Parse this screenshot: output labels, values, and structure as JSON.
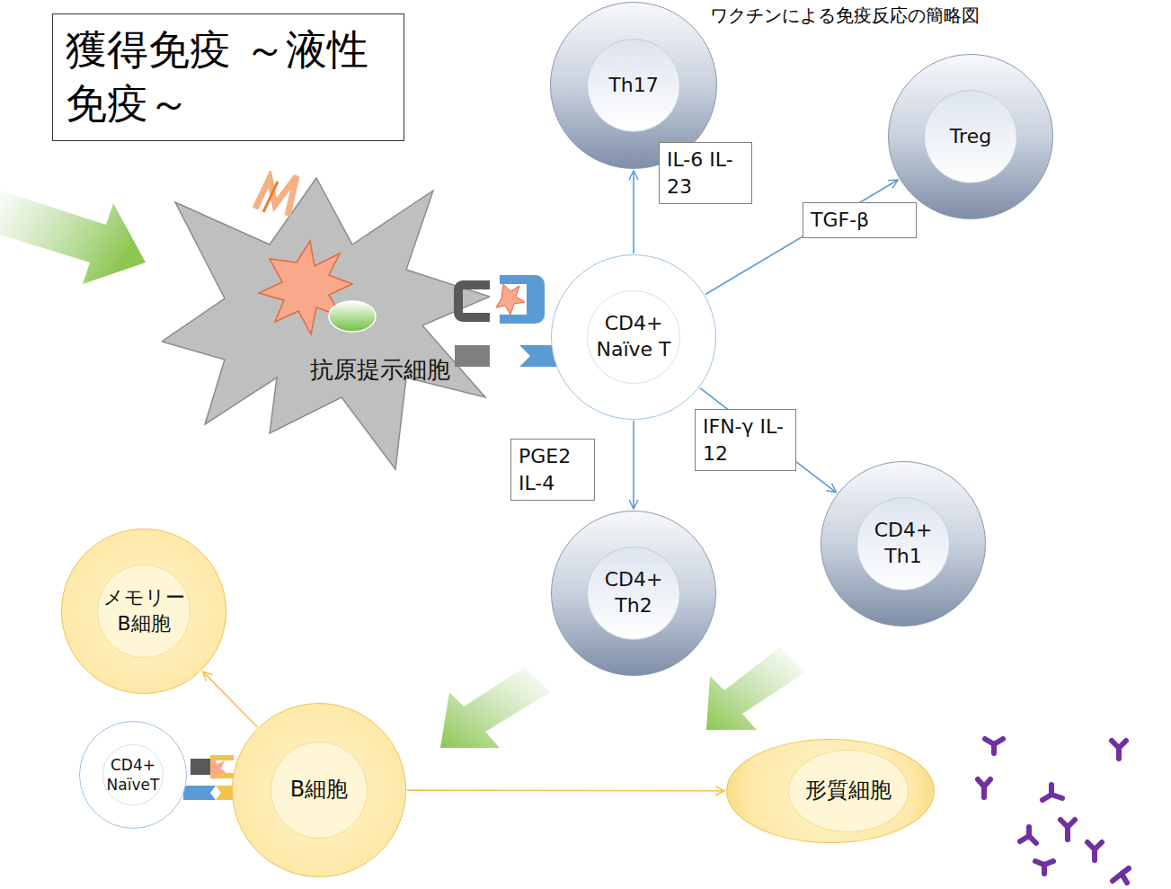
{
  "diagram": {
    "title": "獲得免疫 ～液性免疫～",
    "nodes": [
      {
        "text": [
          "Th17"
        ]
      },
      {
        "text": [
          "Treg"
        ]
      },
      {
        "text": [
          "抗原提示細胞"
        ]
      },
      {
        "text": [
          "CD4+ Naïve T"
        ]
      },
      {
        "text": [
          "CD4+ Th1"
        ]
      },
      {
        "text": [
          "メモリー B細胞"
        ]
      },
      {
        "text": [
          "CD4+ Th2"
        ]
      },
      {
        "text": [
          "CD4+ NaïveT"
        ]
      },
      {
        "text": [
          "B細胞"
        ]
      },
      {
        "text": [
          "形質細胞"
        ]
      }
    ],
    "edges": [
      {
        "from": 3,
        "to": 0,
        "arrow": "to",
        "label": "IL-6 IL-23"
      },
      {
        "from": 3,
        "to": 1,
        "arrow": "to",
        "label": "TGF-β"
      },
      {
        "from": 3,
        "to": 6,
        "arrow": "to",
        "label": "PGE2 IL-4"
      },
      {
        "from": 3,
        "to": 4,
        "arrow": "to",
        "label": "IFN-γ IL-12"
      },
      {
        "from": 8,
        "to": 5,
        "arrow": "to"
      },
      {
        "from": 8,
        "to": 9,
        "arrow": "to"
      }
    ],
    "labels": [
      "ワクチンによる免疫反応の簡略図"
    ]
  }
}
